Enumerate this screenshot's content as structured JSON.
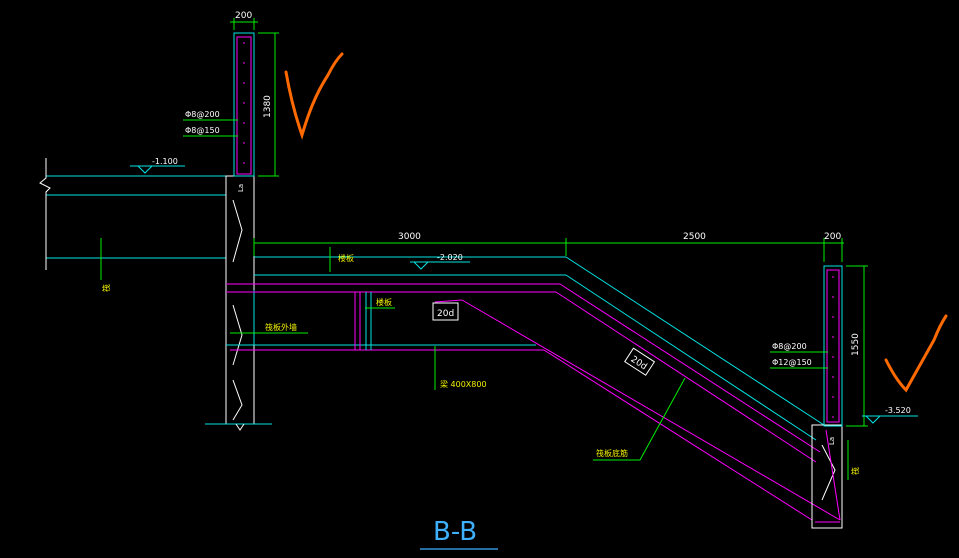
{
  "colors": {
    "background": "#000000",
    "cyan": "#00e5e5",
    "magenta": "#ff00ff",
    "green": "#00ee00",
    "white": "#ffffff",
    "yellow": "#f0f000",
    "orange": "#ff6a00",
    "title_blue": "#3fb0ff"
  },
  "title": "B-B",
  "dimensions": {
    "top_width": "200",
    "left_height": "1380",
    "span_3000": "3000",
    "span_2500": "2500",
    "right_width": "200",
    "right_height": "1550"
  },
  "levels": {
    "left_top": "-1.100",
    "mid": "-2.020",
    "right_bottom": "-3.520"
  },
  "rebar": {
    "left_1": "Φ8@200",
    "left_2": "Φ8@150",
    "right_1": "Φ8@200",
    "right_2": "Φ12@150"
  },
  "annotations": {
    "anchor_20d_1": "20d",
    "anchor_20d_2": "20d",
    "beam": "梁 400X800",
    "la_left": "La",
    "la_right": "La",
    "slab_label": "楼板",
    "mid_label": "楼板",
    "left_label": "筏板外墙",
    "diag_label": "筏板底筋",
    "side_mark_left": "筏",
    "side_mark_right": "筏"
  }
}
